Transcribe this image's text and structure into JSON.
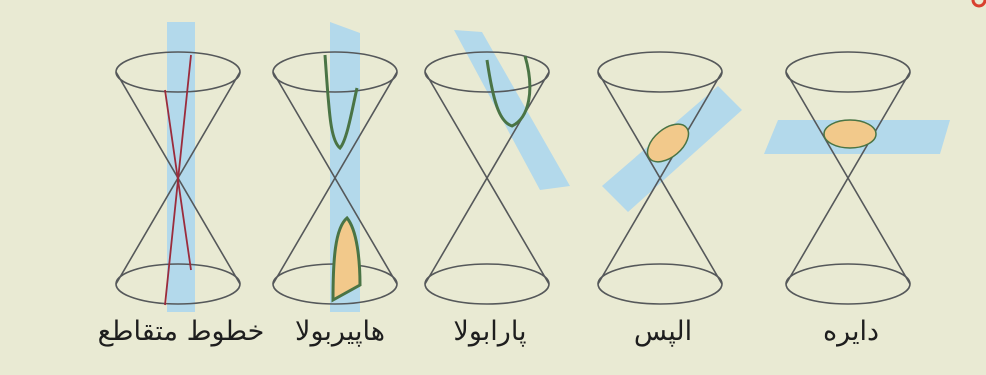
{
  "figure": {
    "colors": {
      "background": "#e9ead3",
      "cone_stroke": "#55585a",
      "plane_fill": "#a9d6ef",
      "section_stroke": "#4a7445",
      "section_fill": "#f2c98b",
      "line_stroke": "#9b2c3c",
      "corner_mark": "#d8402f"
    },
    "sections": [
      {
        "id": "intersecting-lines",
        "label": "خطوط متقاطع"
      },
      {
        "id": "hyperbola",
        "label": "هاپیربولا"
      },
      {
        "id": "parabola",
        "label": "پارابولا"
      },
      {
        "id": "ellipse",
        "label": "الپس"
      },
      {
        "id": "circle",
        "label": "دایره"
      }
    ]
  }
}
